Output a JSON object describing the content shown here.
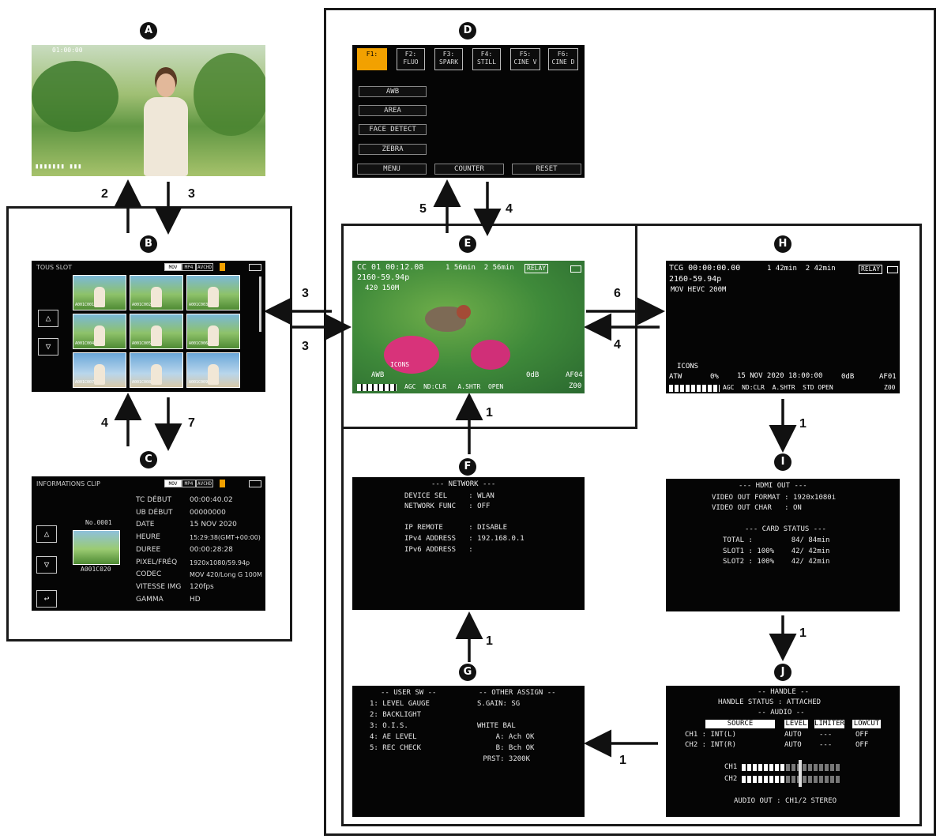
{
  "badges": {
    "a": "A",
    "b": "B",
    "c": "C",
    "d": "D",
    "e": "E",
    "f": "F",
    "g": "G",
    "h": "H",
    "i": "I",
    "j": "J"
  },
  "arrow_labels": {
    "a_to_b_up": "2",
    "a_to_b_down": "3",
    "b_to_e": "3",
    "e_to_b": "3",
    "b_to_c": "7",
    "c_to_b": "4",
    "d_to_e": "4",
    "e_to_d": "5",
    "e_to_h": "6",
    "h_to_e": "4",
    "f_to_e": "1",
    "g_to_f": "1",
    "h_to_i": "1",
    "i_to_j": "1",
    "j_to_g": "1"
  },
  "screen_a": {
    "status": "01:00:00",
    "meter": "▮▮▮▮▮▮▮ ▮▮▮"
  },
  "screen_b": {
    "title": "TOUS SLOT",
    "tabs": [
      "MOV",
      "MP4",
      "AVCHD"
    ],
    "thumb_labels": [
      "A001C001",
      "A001C002",
      "A001C003",
      "A001C004",
      "A001C005",
      "A001C006",
      "A001C007",
      "A001C008",
      "A001C009"
    ],
    "up": "△",
    "down": "▽"
  },
  "screen_c": {
    "title": "INFORMATIONS CLIP",
    "tabs": [
      "MOV",
      "MP4",
      "AVCHD"
    ],
    "clip_no": "No.0001",
    "clip_name": "A001C020",
    "rows": [
      {
        "k": "TC DÉBUT",
        "v": "00:00:40.02"
      },
      {
        "k": "UB DÉBUT",
        "v": "00000000"
      },
      {
        "k": "DATE",
        "v": "15 NOV 2020"
      },
      {
        "k": "HEURE",
        "v": "15:29:38(GMT+00:00)"
      },
      {
        "k": "DUREE",
        "v": "00:00:28:28"
      },
      {
        "k": "PIXEL/FRÉQ",
        "v": "1920x1080/59.94p"
      },
      {
        "k": "CODEC",
        "v": "MOV 420/Long G 100M"
      },
      {
        "k": "VITESSE IMG",
        "v": "120fps"
      },
      {
        "k": "GAMMA",
        "v": "HD"
      }
    ],
    "up": "△",
    "down": "▽",
    "back": "↩"
  },
  "screen_d": {
    "tabs": [
      "F1:",
      "F2:\nFLUO",
      "F3:\nSPARK",
      "F4:\nSTILL",
      "F5:\nCINE V",
      "F6:\nCINE D"
    ],
    "buttons": [
      "AWB",
      "AREA",
      "FACE DETECT",
      "ZEBRA"
    ],
    "bottom": [
      "MENU",
      "COUNTER",
      "RESET"
    ]
  },
  "screen_e": {
    "line1": "CC 01 00:12.08",
    "line2": "2160-59.94p",
    "line3": "420 150M",
    "cards": "1 56min  2 56min",
    "relay": "RELAY",
    "icons": "ICONS",
    "left_bottom": "AWB",
    "zero": "0dB",
    "af": "AF04",
    "zoom": "Z00",
    "bottom_row": "AGC  ND:CLR   A.SHTR  OPEN"
  },
  "screen_f": {
    "lines": [
      "--- NETWORK ---",
      "DEVICE SEL     : WLAN",
      "NETWORK FUNC   : OFF",
      "",
      "IP REMOTE      : DISABLE",
      "IPv4 ADDRESS   : 192.168.0.1",
      "IPv6 ADDRESS   :"
    ]
  },
  "screen_g": {
    "left": [
      "-- USER SW --",
      "1: LEVEL GAUGE",
      "2: BACKLIGHT",
      "3: O.I.S.",
      "4: AE LEVEL",
      "5: REC CHECK"
    ],
    "right": [
      "-- OTHER ASSIGN --",
      "S.GAIN: SG",
      "",
      "WHITE BAL",
      "    A: Ach OK",
      "    B: Bch OK",
      " PRST: 3200K"
    ]
  },
  "screen_h": {
    "line1": "TCG 00:00:00.00",
    "cards": "1 42min  2 42min",
    "relay": "RELAY",
    "line2": "2160-59.94p",
    "line3": "MOV HEVC 200M",
    "icons": "ICONS",
    "atw": "ATW",
    "zero_pct": "0%",
    "date": "15 NOV 2020 18:00:00",
    "db": "0dB",
    "af": "AF01",
    "bottom_row": "AGC  ND:CLR  A.SHTR  STD OPEN",
    "zoom": "Z00"
  },
  "screen_i": {
    "lines": [
      "--- HDMI OUT ---",
      "VIDEO OUT FORMAT : 1920x1080i",
      "VIDEO OUT CHAR   : ON",
      "",
      "--- CARD STATUS ---",
      "TOTAL :         84/ 84min",
      "SLOT1 : 100%    42/ 42min",
      "SLOT2 : 100%    42/ 42min"
    ]
  },
  "screen_j": {
    "title": "-- HANDLE --",
    "handle": "HANDLE STATUS : ATTACHED",
    "audio": "-- AUDIO --",
    "headers": [
      "SOURCE",
      "LEVEL",
      "LIMITER",
      "LOWCUT"
    ],
    "ch1": [
      "CH1 : INT(L)",
      "AUTO",
      "---",
      "OFF"
    ],
    "ch2": [
      "CH2 : INT(R)",
      "AUTO",
      "---",
      "OFF"
    ],
    "m1": "CH1",
    "m2": "CH2",
    "audio_out": "AUDIO OUT : CH1/2 STEREO"
  }
}
